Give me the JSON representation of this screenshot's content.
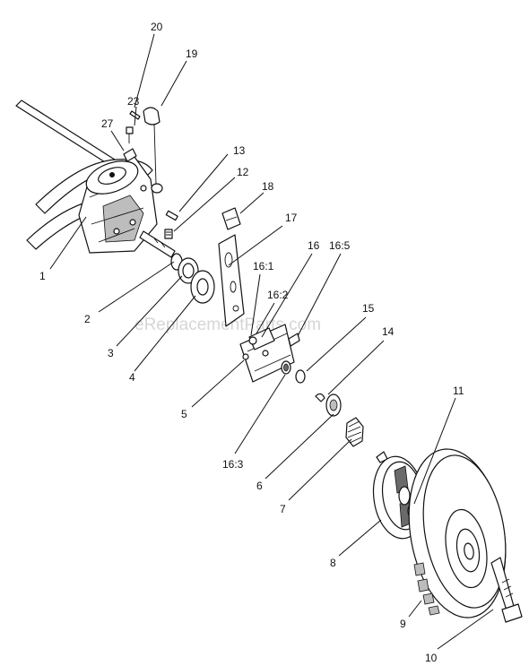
{
  "watermark": "eReplacementParts.com",
  "callouts": [
    {
      "id": "label-20",
      "text": "20"
    },
    {
      "id": "label-19",
      "text": "19"
    },
    {
      "id": "label-23",
      "text": "23"
    },
    {
      "id": "label-27",
      "text": "27"
    },
    {
      "id": "label-13",
      "text": "13"
    },
    {
      "id": "label-12",
      "text": "12"
    },
    {
      "id": "label-18",
      "text": "18"
    },
    {
      "id": "label-17",
      "text": "17"
    },
    {
      "id": "label-16",
      "text": "16"
    },
    {
      "id": "label-16-5",
      "text": "16:5"
    },
    {
      "id": "label-16-1",
      "text": "16:1"
    },
    {
      "id": "label-16-2",
      "text": "16:2"
    },
    {
      "id": "label-15",
      "text": "15"
    },
    {
      "id": "label-14",
      "text": "14"
    },
    {
      "id": "label-1",
      "text": "1"
    },
    {
      "id": "label-2",
      "text": "2"
    },
    {
      "id": "label-3",
      "text": "3"
    },
    {
      "id": "label-4",
      "text": "4"
    },
    {
      "id": "label-5",
      "text": "5"
    },
    {
      "id": "label-16-3",
      "text": "16:3"
    },
    {
      "id": "label-6",
      "text": "6"
    },
    {
      "id": "label-7",
      "text": "7"
    },
    {
      "id": "label-11",
      "text": "11"
    },
    {
      "id": "label-8",
      "text": "8"
    },
    {
      "id": "label-9",
      "text": "9"
    },
    {
      "id": "label-10",
      "text": "10"
    }
  ]
}
